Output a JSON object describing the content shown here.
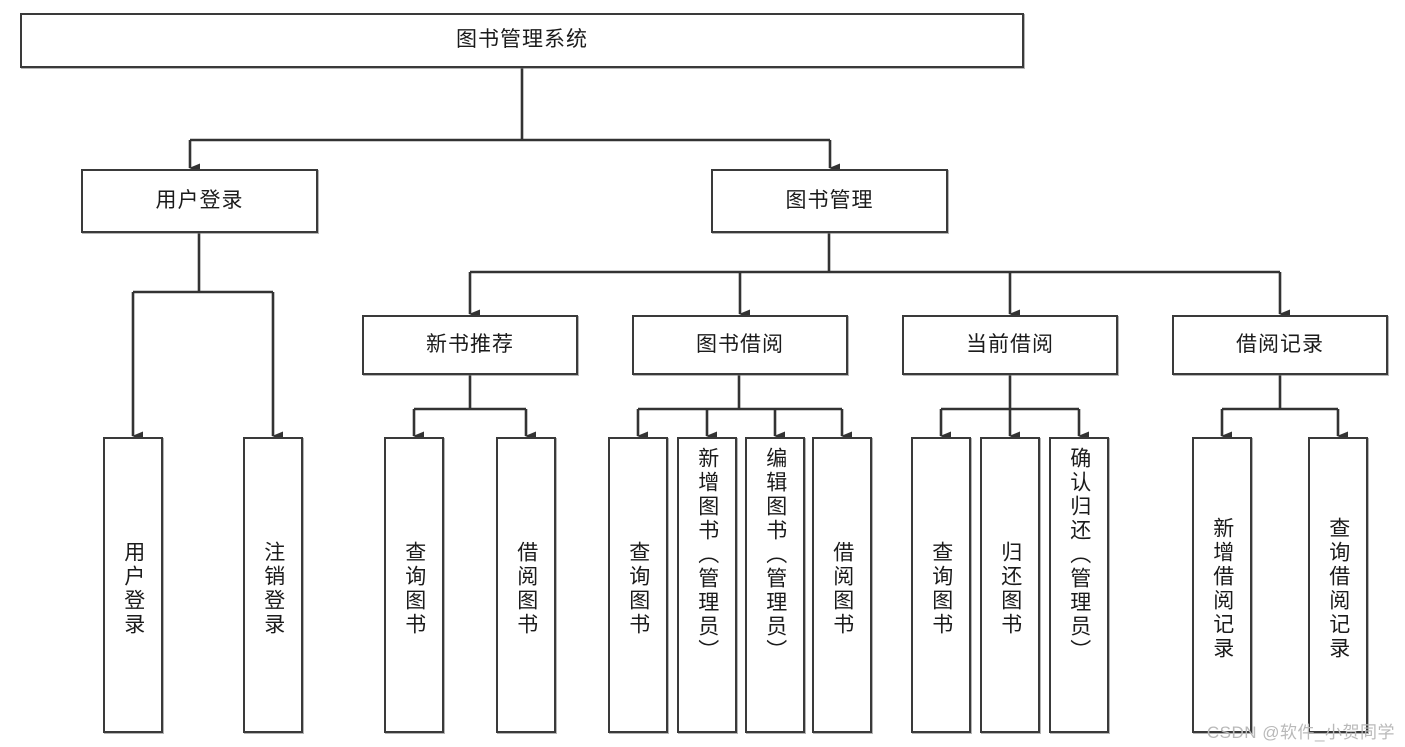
{
  "diagram": {
    "title": "图书管理系统",
    "type": "tree-hierarchy",
    "watermark": "CSDN @软件_小贺同学",
    "colors": {
      "box_border": "#3a3a3a",
      "box_fill": "#ffffff",
      "connector": "#333333",
      "text": "#1b1b1b",
      "watermark": "#b9b9b9"
    },
    "root": {
      "label": "图书管理系统"
    },
    "level2": [
      {
        "label": "用户登录"
      },
      {
        "label": "图书管理"
      }
    ],
    "level3": [
      {
        "label": "新书推荐"
      },
      {
        "label": "图书借阅"
      },
      {
        "label": "当前借阅"
      },
      {
        "label": "借阅记录"
      }
    ],
    "leaves": {
      "user_login": [
        {
          "label": "用户登录"
        },
        {
          "label": "注销登录"
        }
      ],
      "new_book": [
        {
          "label": "查询图书"
        },
        {
          "label": "借阅图书"
        }
      ],
      "book_borrow": [
        {
          "label": "查询图书"
        },
        {
          "label": "新增图书（管理员）"
        },
        {
          "label": "编辑图书（管理员）"
        },
        {
          "label": "借阅图书"
        }
      ],
      "current_borrow": [
        {
          "label": "查询图书"
        },
        {
          "label": "归还图书"
        },
        {
          "label": "确认归还（管理员）"
        }
      ],
      "borrow_record": [
        {
          "label": "新增借阅记录"
        },
        {
          "label": "查询借阅记录"
        }
      ]
    }
  }
}
